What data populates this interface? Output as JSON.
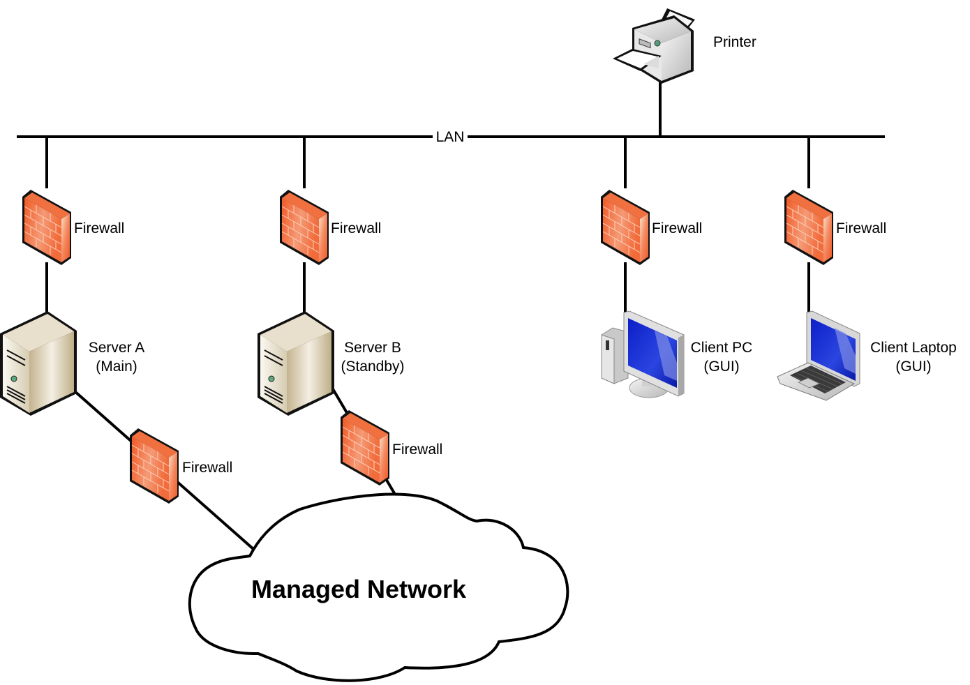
{
  "diagram": {
    "lan_label": "LAN",
    "printer": {
      "label": "Printer",
      "icon": "printer-icon"
    },
    "firewall_label": "Firewall",
    "nodes": [
      {
        "id": "server-a",
        "line1": "Server A",
        "line2": "(Main)",
        "icon": "server-icon"
      },
      {
        "id": "server-b",
        "line1": "Server B",
        "line2": "(Standby)",
        "icon": "server-icon"
      },
      {
        "id": "client-pc",
        "line1": "Client PC",
        "line2": "(GUI)",
        "icon": "desktop-pc-icon"
      },
      {
        "id": "client-laptop",
        "line1": "Client Laptop",
        "line2": "(GUI)",
        "icon": "laptop-icon"
      }
    ],
    "firewalls": [
      {
        "id": "fw-server-a-lan",
        "label": "Firewall"
      },
      {
        "id": "fw-server-b-lan",
        "label": "Firewall"
      },
      {
        "id": "fw-client-pc",
        "label": "Firewall"
      },
      {
        "id": "fw-client-laptop",
        "label": "Firewall"
      },
      {
        "id": "fw-server-a-network",
        "label": "Firewall"
      },
      {
        "id": "fw-server-b-network",
        "label": "Firewall"
      }
    ],
    "cloud": {
      "label": "Managed Network",
      "icon": "cloud-icon"
    },
    "colors": {
      "firewall_brick": "#f26b3a",
      "server_body": "#d9cdb0",
      "screen": "#1a2fd0",
      "line": "#000000"
    }
  }
}
